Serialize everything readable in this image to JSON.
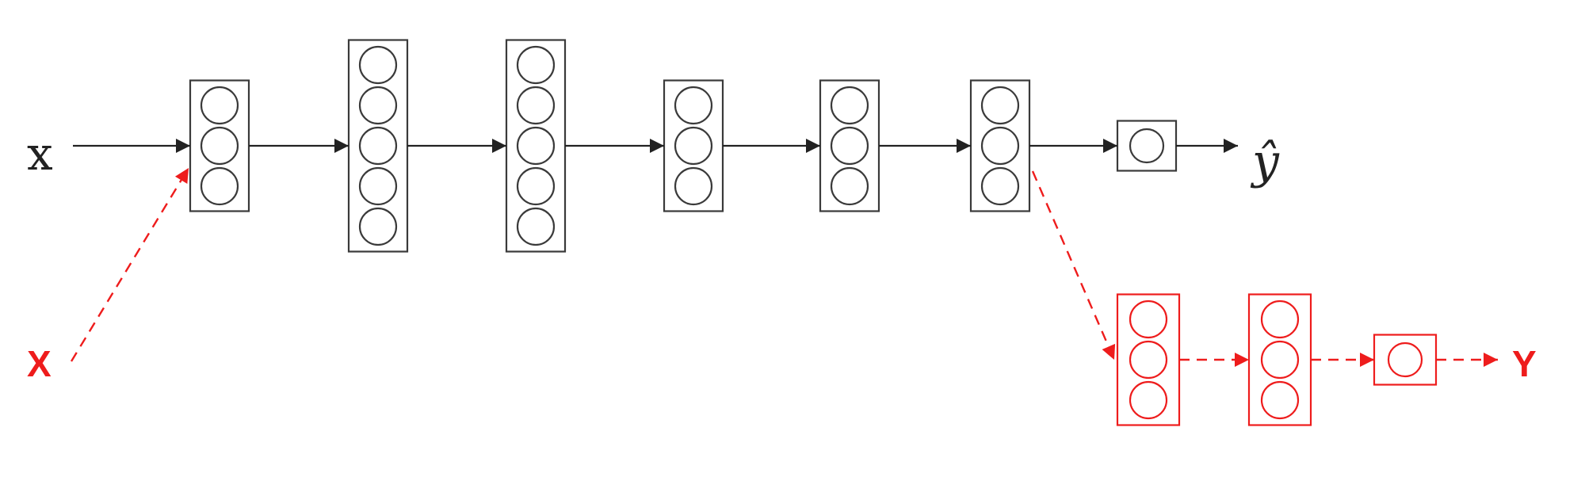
{
  "labels": {
    "input_x": "x",
    "output_yhat": "ŷ",
    "new_input_x": "X",
    "new_output_y": "Y"
  },
  "colors": {
    "base": "#3a3a3a",
    "transfer": "#ee1c1c"
  },
  "base_network": {
    "layers": [
      {
        "units": 3
      },
      {
        "units": 5
      },
      {
        "units": 5
      },
      {
        "units": 3
      },
      {
        "units": 3
      },
      {
        "units": 3
      },
      {
        "units": 1
      }
    ]
  },
  "new_head": {
    "layers": [
      {
        "units": 3
      },
      {
        "units": 3
      },
      {
        "units": 1
      }
    ]
  }
}
